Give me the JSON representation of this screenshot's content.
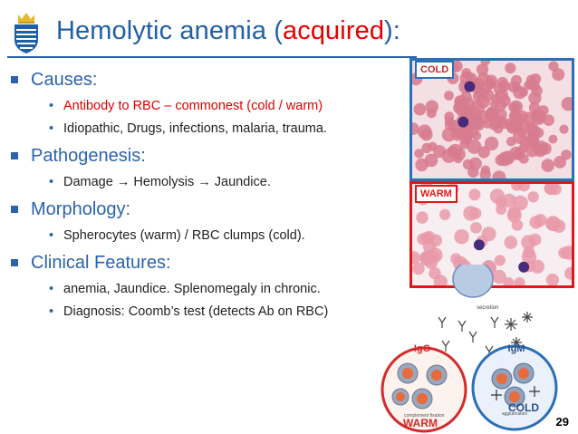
{
  "slide": {
    "title_before": "Hemolytic anemia (",
    "title_accent": "acquired",
    "title_after": "):",
    "page_number": "29"
  },
  "sections": [
    {
      "heading": "Causes:",
      "items": [
        {
          "text": "Antibody to RBC – commonest (cold / warm)",
          "highlight": true
        },
        {
          "text": "Idiopathic, Drugs, infections, malaria, trauma.",
          "highlight": false
        }
      ]
    },
    {
      "heading": "Pathogenesis:",
      "items": [
        {
          "text": "Damage → Hemolysis → Jaundice.",
          "highlight": false
        }
      ]
    },
    {
      "heading": "Morphology:",
      "items": [
        {
          "text": "Spherocytes (warm)  / RBC clumps (cold).",
          "highlight": false
        }
      ]
    },
    {
      "heading": "Clinical Features:",
      "items": [
        {
          "text": "anemia, Jaundice. Splenomegaly in chronic.",
          "highlight": false
        },
        {
          "text": "Diagnosis: Coomb’s test (detects Ab on RBC)",
          "highlight": false
        }
      ]
    }
  ],
  "images": {
    "cold_label": "COLD",
    "warm_label": "WARM"
  },
  "diagram": {
    "secretion": "secretion",
    "igg": "IgG",
    "igm": "IgM",
    "warm": "WARM",
    "cold": "COLD",
    "agglutination": "agglutination",
    "complement_fixation": "complement fixation"
  },
  "colors": {
    "title_blue": "#2160a8",
    "accent_red": "#e60000",
    "frame_blue": "#2b6fb7",
    "frame_red": "#e01818"
  }
}
